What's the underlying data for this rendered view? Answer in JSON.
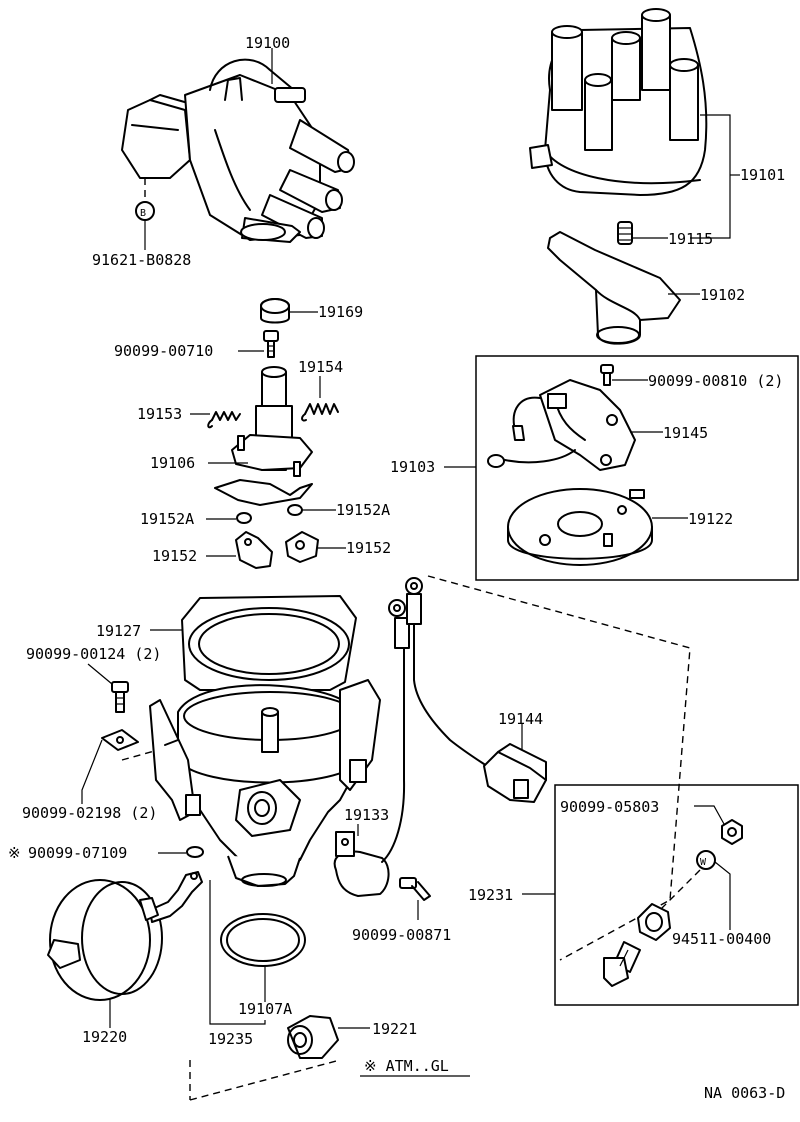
{
  "labels": {
    "p19100": "19100",
    "p91621": "91621-B0828",
    "p19101": "19101",
    "p19115": "19115",
    "p19102": "19102",
    "p19169": "19169",
    "p90099_00710": "90099-00710",
    "p19154": "19154",
    "p19153": "19153",
    "p19106": "19106",
    "p19152A_l": "19152A",
    "p19152A_r": "19152A",
    "p19152_l": "19152",
    "p19152_r": "19152",
    "p90099_00810": "90099-00810 (2)",
    "p19145": "19145",
    "p19103": "19103",
    "p19122": "19122",
    "p19127": "19127",
    "p90099_00124": "90099-00124 (2)",
    "p19144": "19144",
    "p90099_02198": "90099-02198 (2)",
    "p90099_05803": "90099-05803",
    "p90099_07109": "90099-07109",
    "p19133": "19133",
    "p19231": "19231",
    "p90099_00871": "90099-00871",
    "p94511": "94511-00400",
    "p19107A": "19107A",
    "p19220": "19220",
    "p19235": "19235",
    "p19221": "19221",
    "note": "※ ATM..GL",
    "asterisk": "※",
    "ref": "NA 0063-D",
    "marker_b": "B",
    "marker_w": "W"
  },
  "icons": {
    "distributor_assembly": "distributor-assembly-icon",
    "distributor_cap": "distributor-cap-icon",
    "rotor": "rotor-icon",
    "housing": "distributor-housing-icon",
    "vacuum_advance": "vacuum-advance-icon"
  }
}
